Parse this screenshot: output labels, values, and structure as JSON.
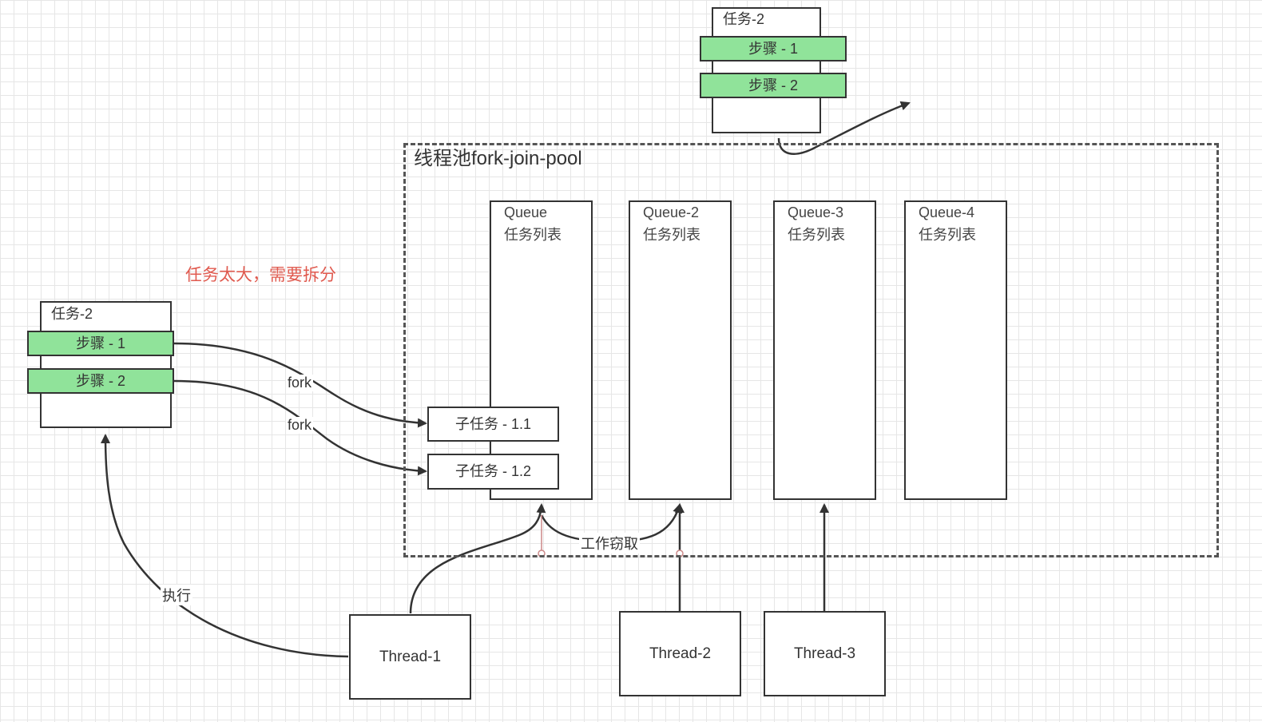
{
  "pool": {
    "title": "线程池fork-join-pool"
  },
  "task_top": {
    "title": "任务-2",
    "steps": [
      "步骤 - 1",
      "步骤 - 2"
    ]
  },
  "task_left": {
    "title": "任务-2",
    "steps": [
      "步骤 - 1",
      "步骤 - 2"
    ]
  },
  "annotation": "任务太大，需要拆分",
  "queues": [
    {
      "name": "Queue",
      "sub": "任务列表"
    },
    {
      "name": "Queue-2",
      "sub": "任务列表"
    },
    {
      "name": "Queue-3",
      "sub": "任务列表"
    },
    {
      "name": "Queue-4",
      "sub": "任务列表"
    }
  ],
  "subtasks": [
    "子任务 - 1.1",
    "子任务 - 1.2"
  ],
  "threads": [
    "Thread-1",
    "Thread-2",
    "Thread-3"
  ],
  "edge_labels": {
    "fork1": "fork",
    "fork2": "fork",
    "steal": "工作窃取",
    "execute": "执行"
  },
  "colors": {
    "step_fill": "#90e39a",
    "warning": "#e05a4f",
    "stroke": "#333333"
  }
}
